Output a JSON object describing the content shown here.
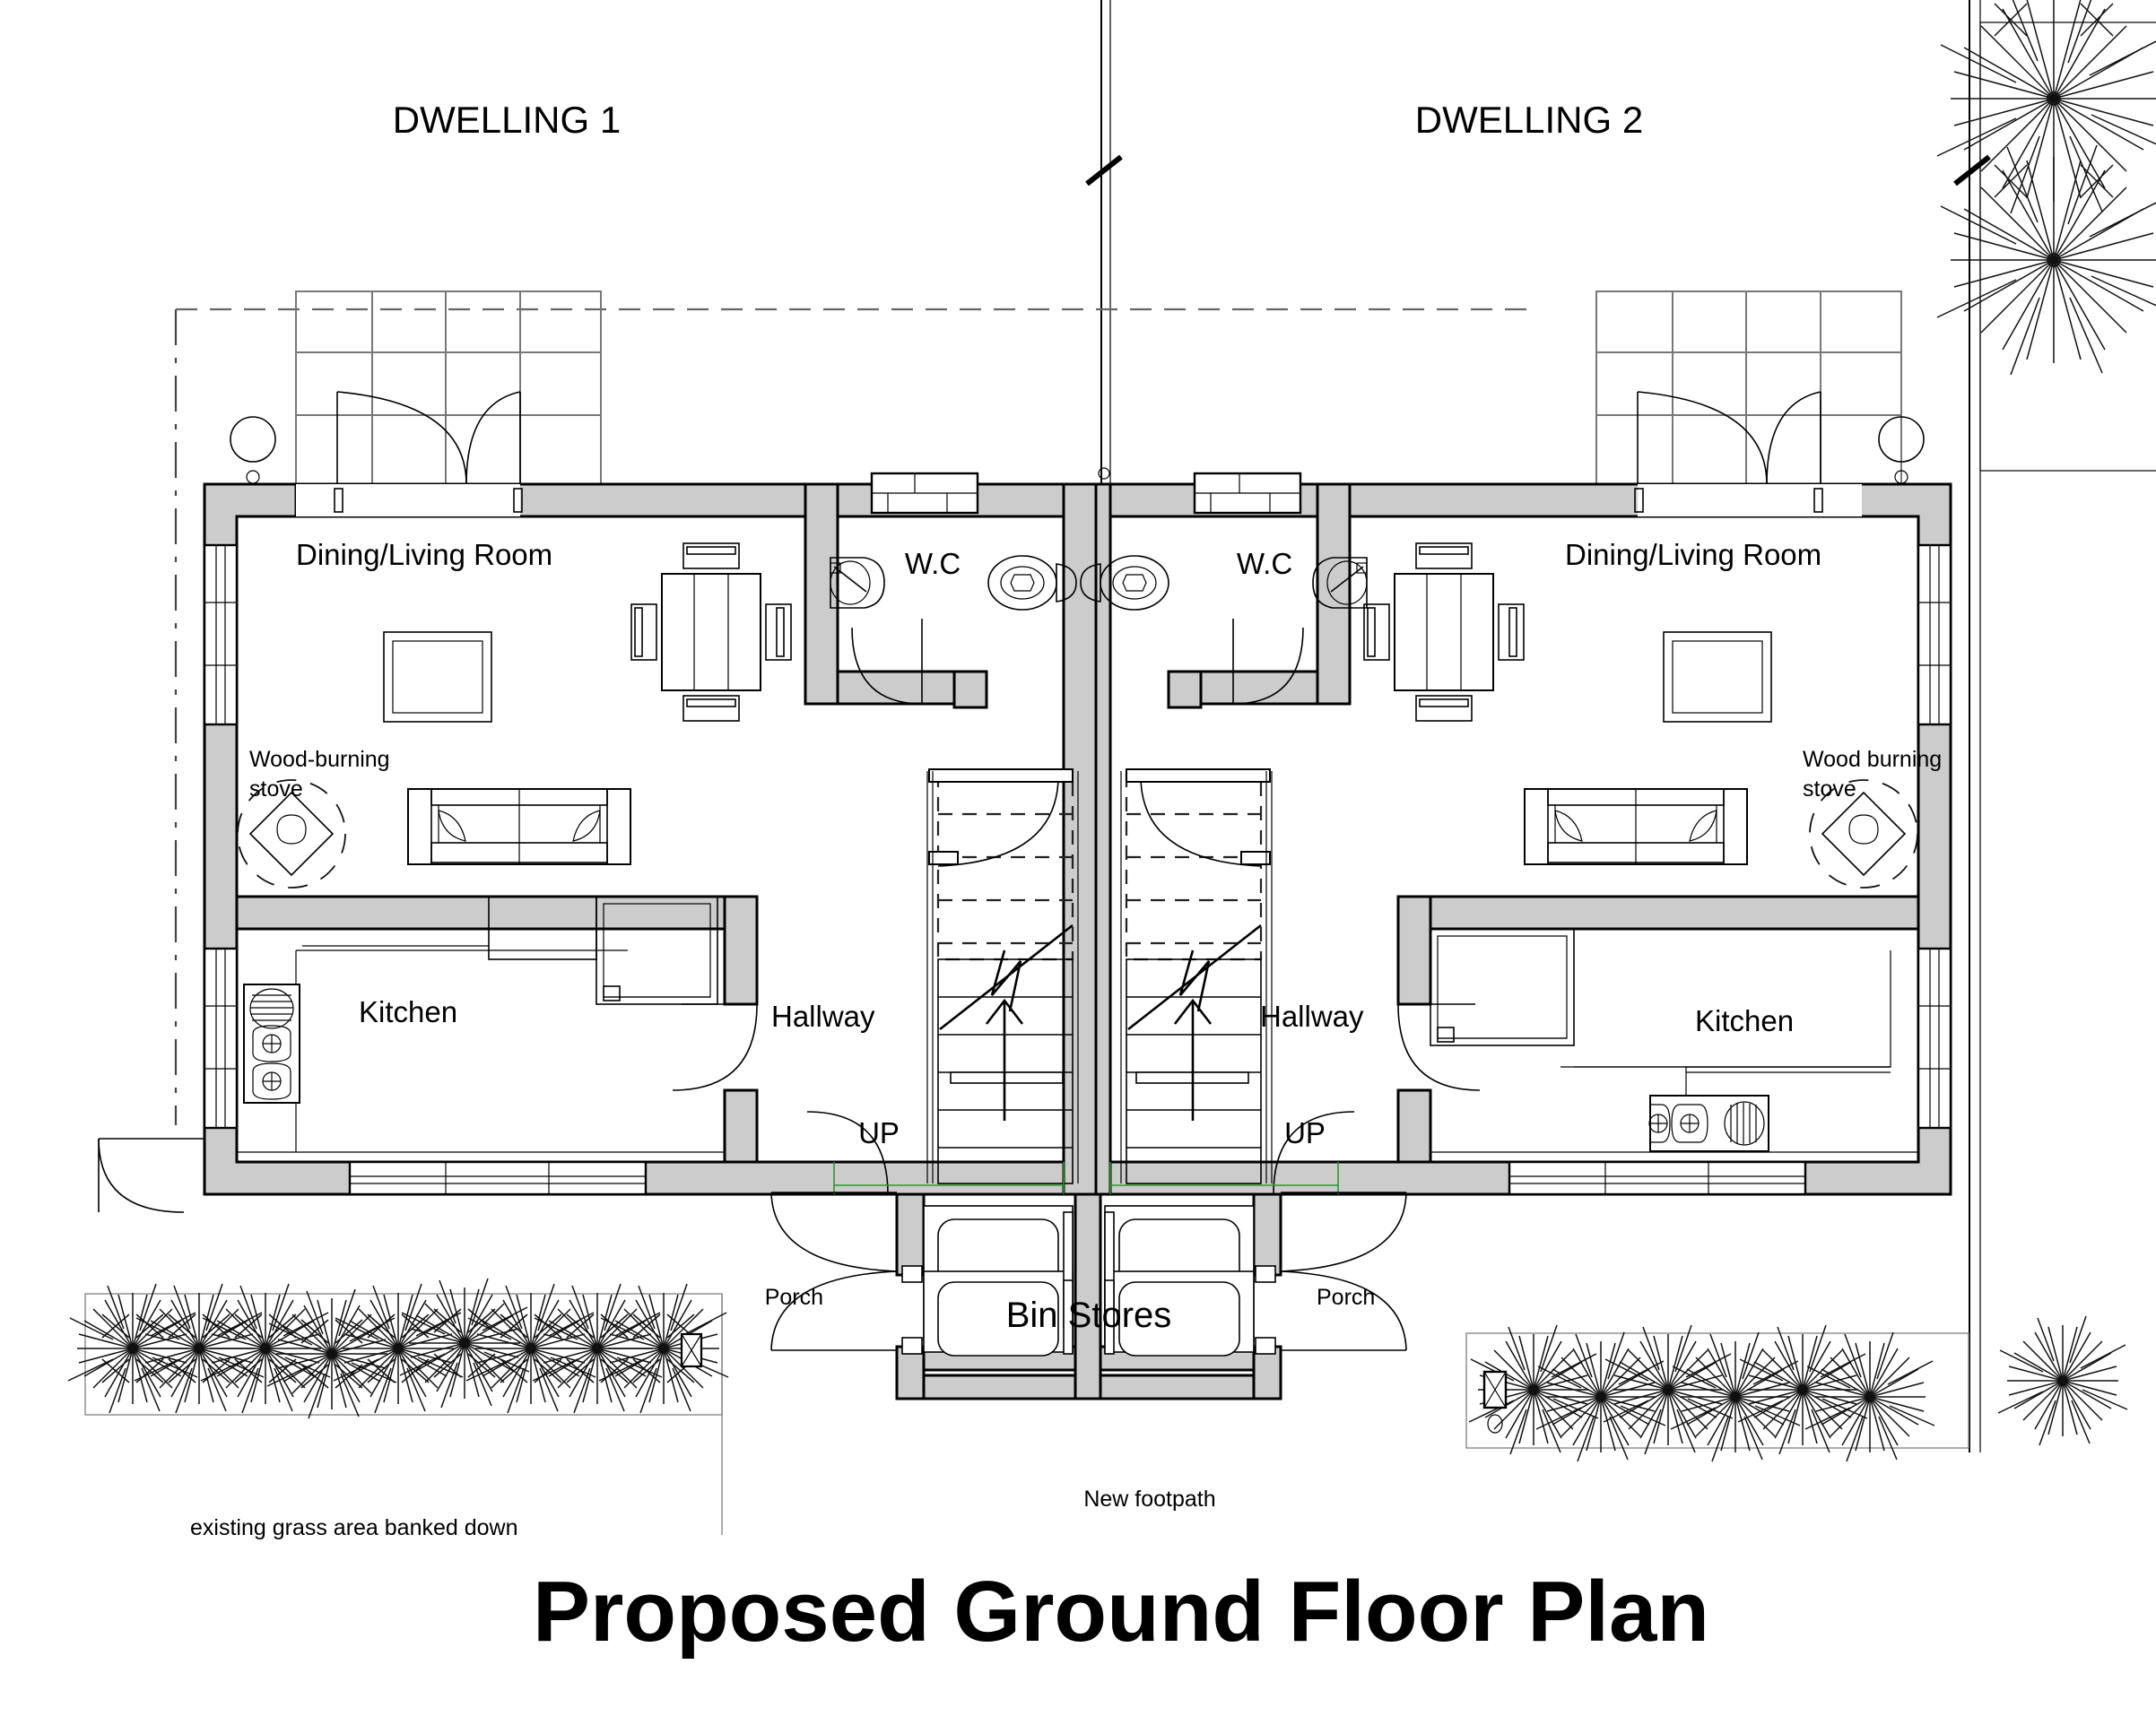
{
  "drawing": {
    "title": "Proposed Ground Floor Plan",
    "dwelling_1_label": "DWELLING 1",
    "dwelling_2_label": "DWELLING 2"
  },
  "dwelling_1": {
    "living_room_label": "Dining/Living Room",
    "wc_label": "W.C",
    "stove_label": "Wood-burning\nstove",
    "stove_line1": "Wood-burning",
    "stove_line2": "stove",
    "kitchen_label": "Kitchen",
    "hallway_label": "Hallway",
    "stair_direction_label": "UP",
    "porch_label": "Porch"
  },
  "dwelling_2": {
    "living_room_label": "Dining/Living Room",
    "wc_label": "W.C",
    "stove_line1": "Wood burning",
    "stove_line2": "stove",
    "kitchen_label": "Kitchen",
    "hallway_label": "Hallway",
    "stair_direction_label": "UP",
    "porch_label": "Porch"
  },
  "site": {
    "bin_stores_label": "Bin Stores",
    "footpath_label": "New footpath",
    "grass_label": "existing grass area banked down"
  },
  "colors": {
    "wall_fill": "#cccccc",
    "line": "#000000",
    "green_accent": "#2a9a2a",
    "grey_line": "#777777"
  }
}
